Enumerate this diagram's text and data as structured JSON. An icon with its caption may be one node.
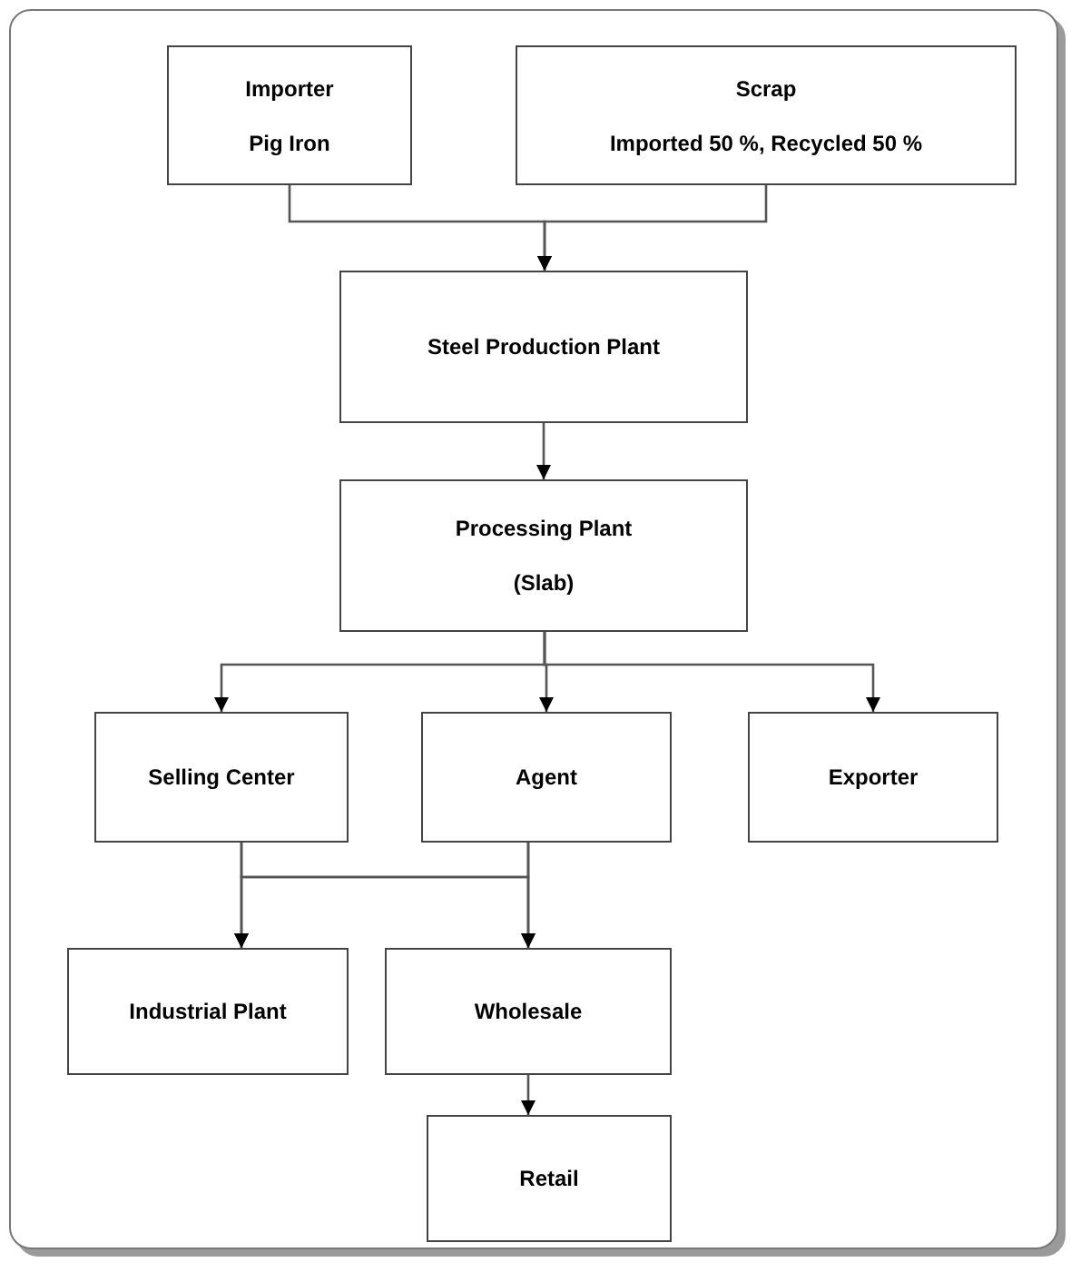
{
  "diagram": {
    "nodes": [
      {
        "text": [
          "Importer",
          "Pig Iron"
        ]
      },
      {
        "text": [
          "Scrap",
          "Imported 50 %, Recycled 50 %"
        ]
      },
      {
        "text": [
          "Steel Production Plant"
        ]
      },
      {
        "text": [
          "Processing Plant",
          "(Slab)"
        ]
      },
      {
        "text": [
          "Selling Center"
        ]
      },
      {
        "text": [
          "Agent"
        ]
      },
      {
        "text": [
          "Exporter"
        ]
      },
      {
        "text": [
          "Industrial Plant"
        ]
      },
      {
        "text": [
          "Wholesale"
        ]
      },
      {
        "text": [
          "Retail"
        ]
      }
    ],
    "edges": [
      {
        "from": 0,
        "to": 2,
        "arrow": "to"
      },
      {
        "from": 1,
        "to": 2,
        "arrow": "to"
      },
      {
        "from": 2,
        "to": 3,
        "arrow": "to"
      },
      {
        "from": 3,
        "to": 4,
        "arrow": "to"
      },
      {
        "from": 3,
        "to": 5,
        "arrow": "to"
      },
      {
        "from": 3,
        "to": 6,
        "arrow": "to"
      },
      {
        "from": 4,
        "to": 7,
        "arrow": "to"
      },
      {
        "from": 4,
        "to": 8,
        "arrow": "to"
      },
      {
        "from": 5,
        "to": 7,
        "arrow": "to"
      },
      {
        "from": 5,
        "to": 8,
        "arrow": "to"
      },
      {
        "from": 8,
        "to": 9,
        "arrow": "to"
      }
    ]
  }
}
